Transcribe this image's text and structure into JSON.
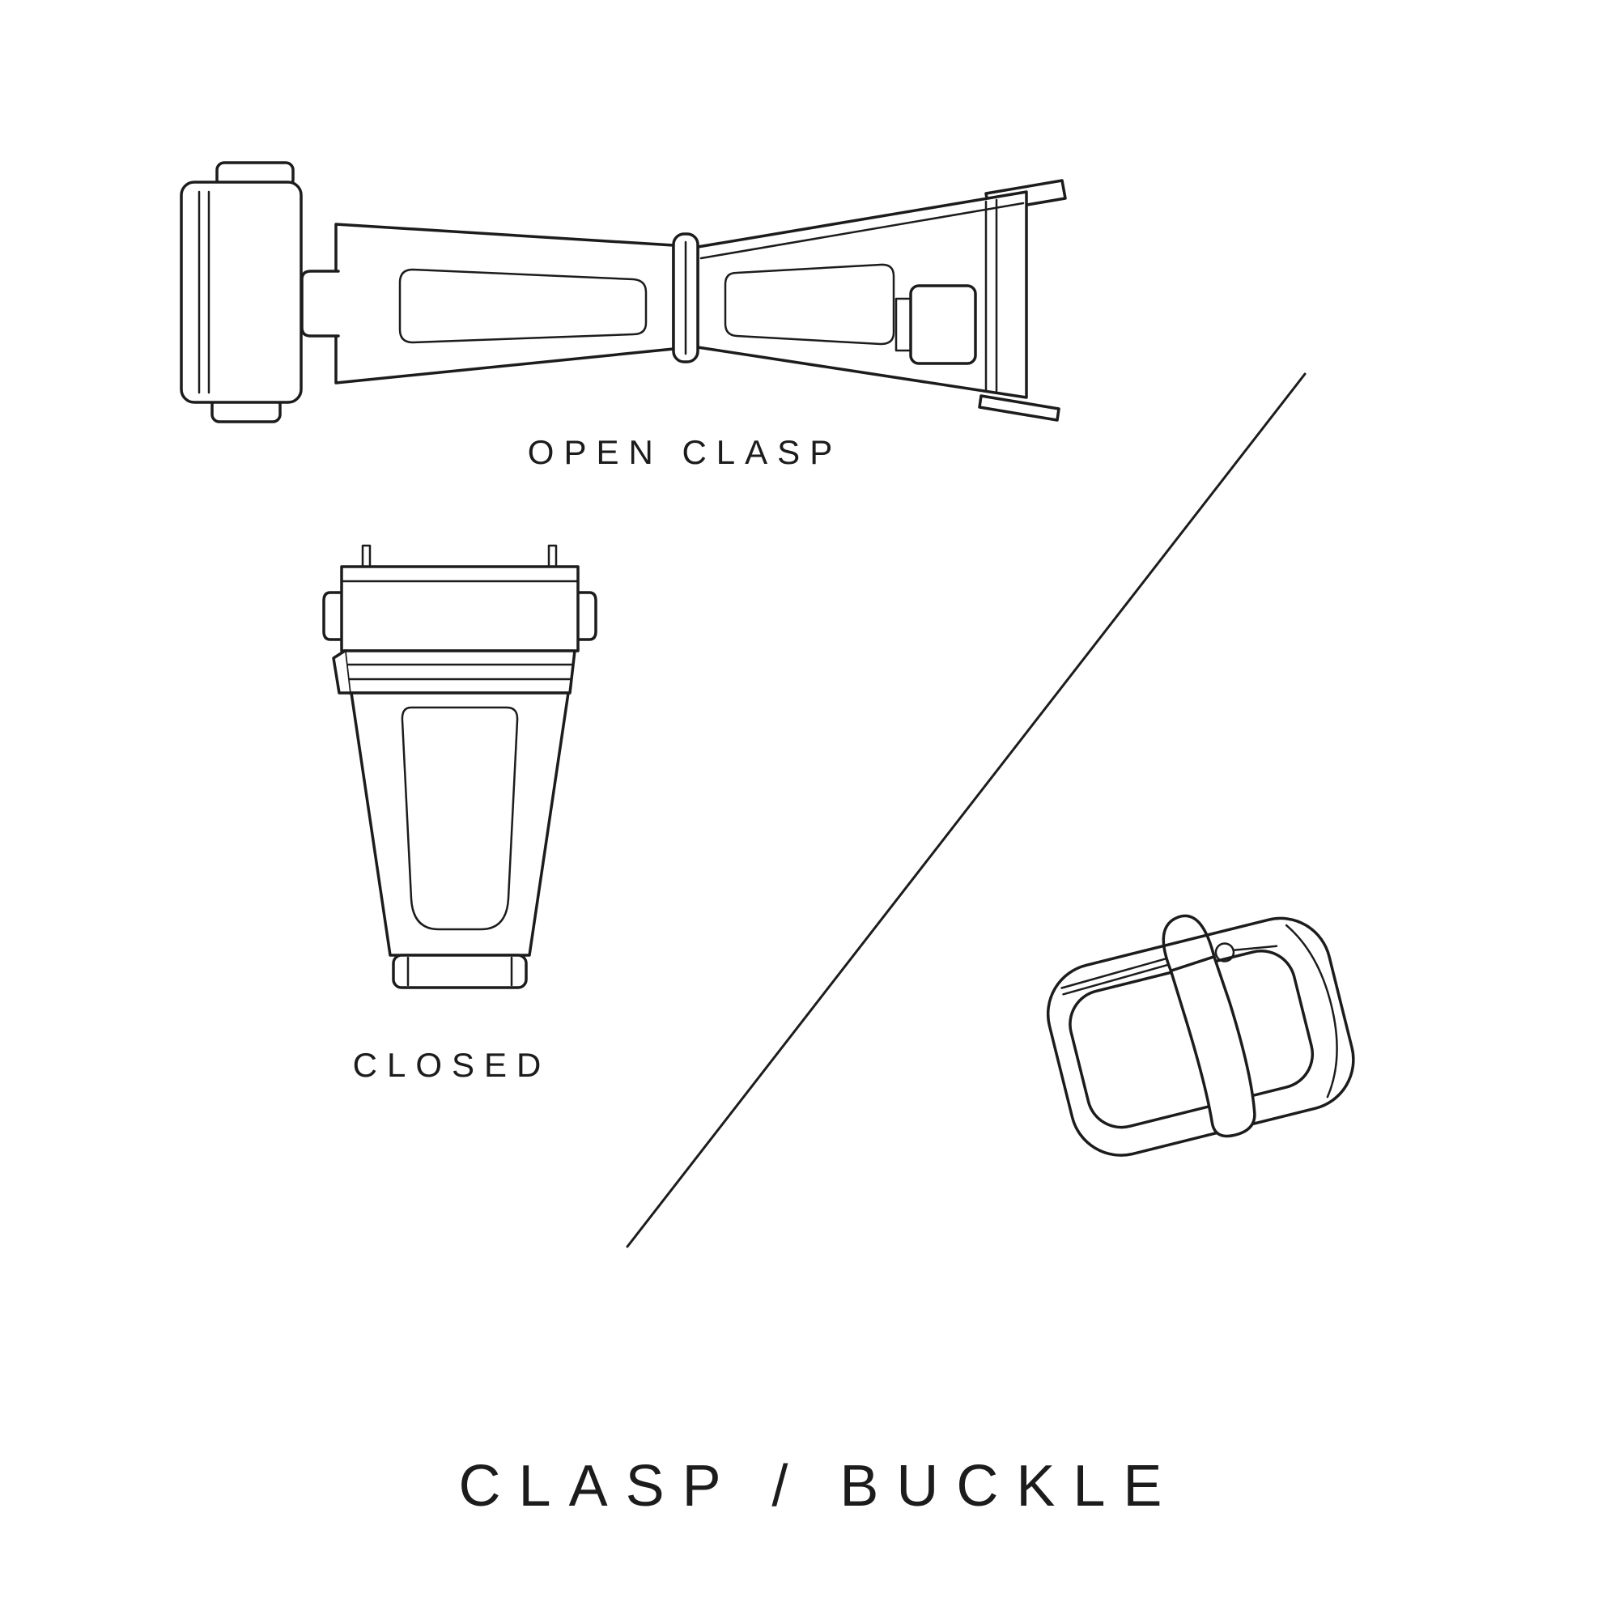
{
  "page": {
    "background_color": "#ffffff",
    "line_color": "#1c1c1c",
    "text_color": "#1c1c1c"
  },
  "labels": {
    "open_clasp": "OPEN CLASP",
    "closed": "CLOSED",
    "title": "CLASP / BUCKLE"
  },
  "illustrations": {
    "open_clasp": "open-deployant-clasp-line-drawing",
    "closed_clasp": "closed-clasp-line-drawing",
    "buckle": "tang-buckle-line-drawing",
    "divider": "diagonal-divider-line"
  }
}
